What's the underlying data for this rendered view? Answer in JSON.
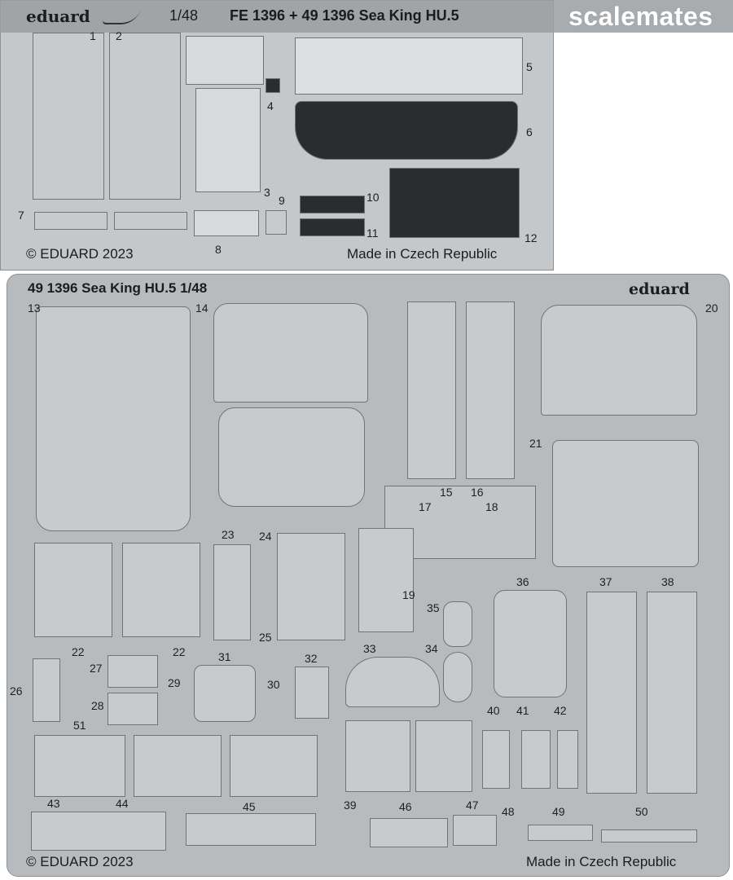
{
  "top_header": {
    "brand": "eduard",
    "scale": "1/48",
    "title": "FE 1396 + 49 1396 Sea King HU.5"
  },
  "watermark": "scalemates",
  "top_fret": {
    "copyright": "© EDUARD 2023",
    "origin": "Made in Czech Republic",
    "part_numbers": [
      "1",
      "2",
      "3",
      "4",
      "5",
      "6",
      "7",
      "8",
      "9",
      "10",
      "11",
      "12"
    ]
  },
  "bottom_fret": {
    "title": "49 1396 Sea King HU.5 1/48",
    "brand": "eduard",
    "copyright": "© EDUARD 2023",
    "origin": "Made in Czech Republic",
    "part_numbers": [
      "13",
      "14",
      "15",
      "16",
      "17",
      "18",
      "19",
      "20",
      "21",
      "22",
      "22",
      "23",
      "24",
      "25",
      "26",
      "27",
      "28",
      "29",
      "30",
      "31",
      "32",
      "33",
      "34",
      "35",
      "36",
      "37",
      "38",
      "39",
      "40",
      "41",
      "42",
      "43",
      "44",
      "45",
      "46",
      "47",
      "48",
      "49",
      "50",
      "51"
    ]
  },
  "colors": {
    "fret": "#b7bbbe",
    "part": "#c7cbcd",
    "dark_panel": "#2a2d30",
    "watermark": "#ffffff"
  }
}
